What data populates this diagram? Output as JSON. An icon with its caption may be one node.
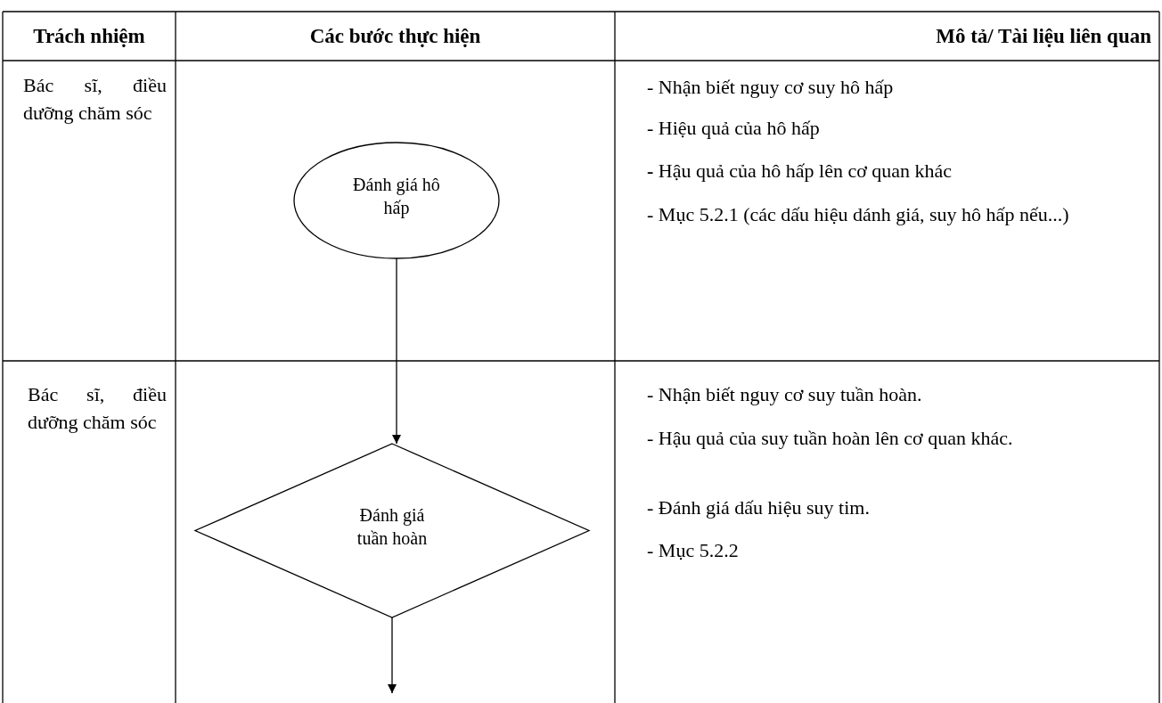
{
  "diagram": {
    "nodes": [
      {
        "text": [
          "Đánh giá hô hấp"
        ]
      },
      {
        "text": [
          "Đánh giá tuần hoàn"
        ]
      }
    ],
    "edges": [
      {
        "from": 0,
        "to": 1,
        "arrow": "to"
      },
      {
        "from": 1,
        "to": null,
        "arrow": "to"
      }
    ],
    "labels": [
      "Trách nhiệm",
      "Các bước thực hiện",
      "Mô tả/ Tài liệu liên quan",
      "Bác sĩ, điều dưỡng chăm sóc",
      "- Nhận biết nguy cơ suy hô hấp",
      "- Hiệu quả của hô hấp",
      "**-** Hậu quả của hô hấp lên cơ quan khác",
      "- Mục 5.2.1 (các dấu hiệu dánh giá, suy hô hấp nếu...)",
      "Bác sĩ, điều dưỡng chăm sóc",
      "- Nhận biết nguy cơ suy tuần hoàn.",
      "- Hậu quả của suy tuần hoàn lên cơ quan khác.",
      "- Đánh giá dấu hiệu suy tim.",
      "- Mục 5.2.2"
    ]
  }
}
